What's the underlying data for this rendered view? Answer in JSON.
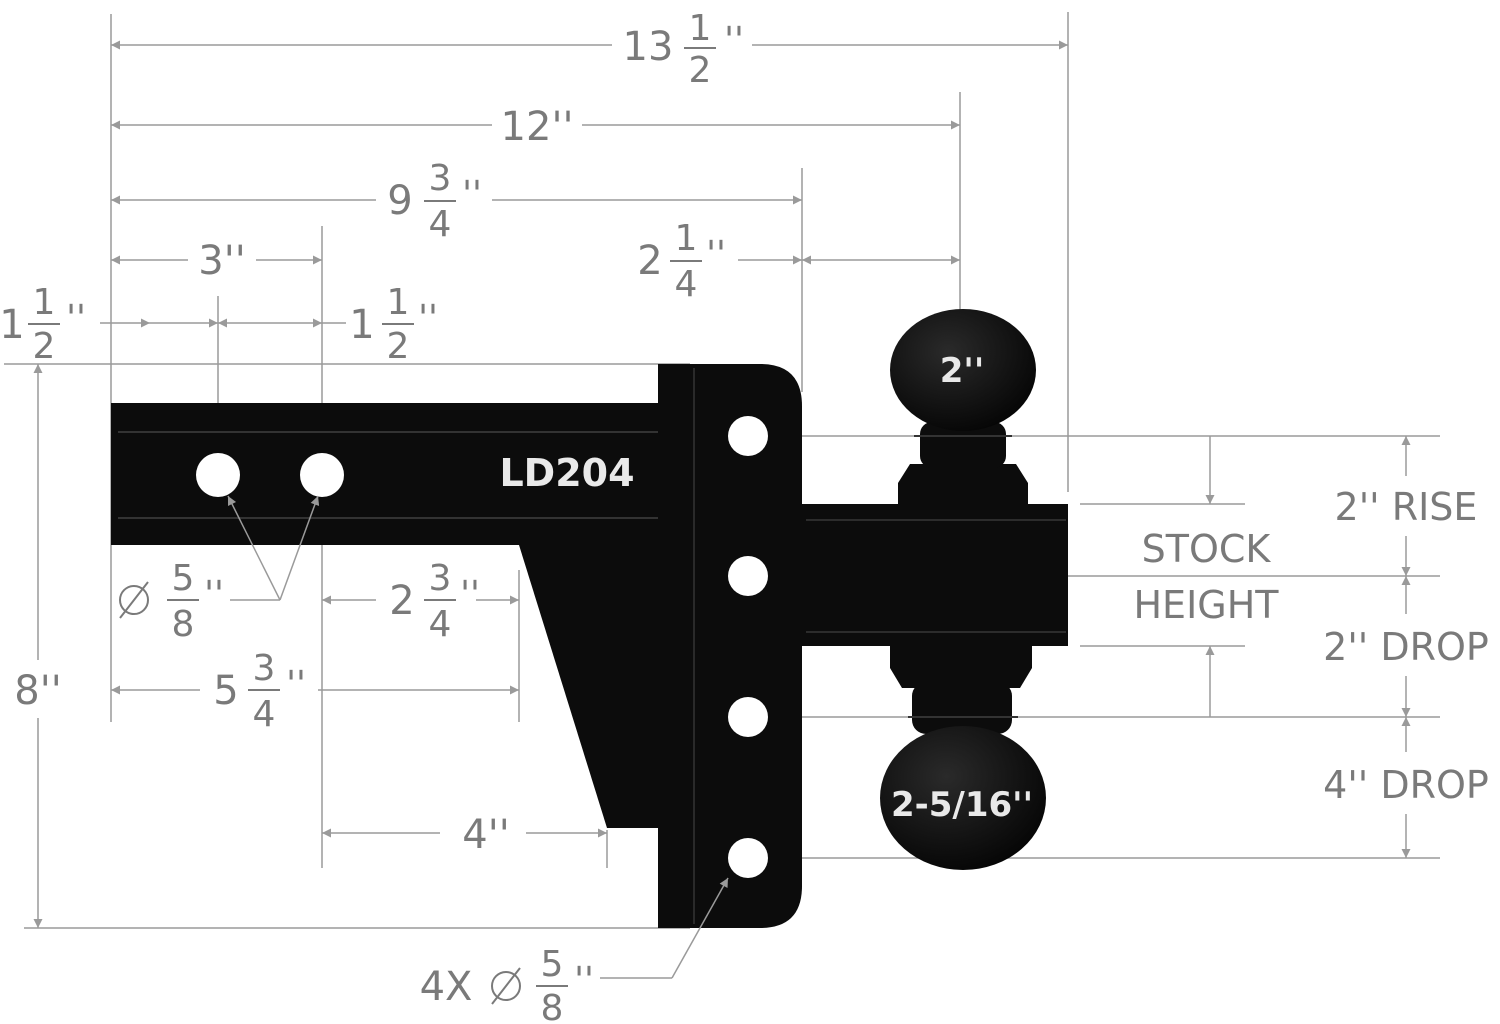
{
  "dimensions": {
    "overall_length": {
      "whole": "13",
      "num": "1",
      "den": "2",
      "unit": "''"
    },
    "to_ball_center": {
      "text": "12''"
    },
    "to_plate": {
      "whole": "9",
      "num": "3",
      "den": "4",
      "unit": "''"
    },
    "hole_spacing": {
      "text": "3''"
    },
    "plate_to_ball": {
      "whole": "2",
      "num": "1",
      "den": "4",
      "unit": "''"
    },
    "left_offset": {
      "whole": "1",
      "num": "1",
      "den": "2",
      "unit": "''"
    },
    "mid_offset": {
      "whole": "1",
      "num": "1",
      "den": "2",
      "unit": "''"
    },
    "shank_hole_dia": {
      "num": "5",
      "den": "8",
      "unit": "''"
    },
    "gusset_gap": {
      "whole": "2",
      "num": "3",
      "den": "4",
      "unit": "''"
    },
    "shank_length": {
      "whole": "5",
      "num": "3",
      "den": "4",
      "unit": "''"
    },
    "gusset_length": {
      "text": "4''"
    },
    "overall_height": {
      "text": "8''"
    },
    "plate_holes": {
      "prefix": "4X",
      "num": "5",
      "den": "8",
      "unit": "''"
    }
  },
  "labels": {
    "model": "LD204",
    "ball_top": "2''",
    "ball_bottom": "2-5/16''",
    "rise": "2'' RISE",
    "stock_line1": "STOCK",
    "stock_line2": "HEIGHT",
    "drop1": "2'' DROP",
    "drop2": "4'' DROP"
  },
  "colors": {
    "body": "#0c0c0c",
    "dimension": "#7a7a7a",
    "text_on_body": "#e9e9e9"
  }
}
